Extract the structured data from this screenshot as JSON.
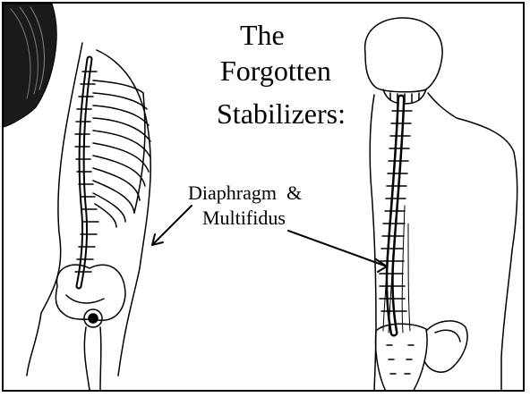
{
  "slide": {
    "title_lines": [
      "The",
      "Forgotten",
      "Stabilizers:"
    ],
    "label_lines": [
      "Diaphragm  &",
      "Multifidus"
    ]
  },
  "colors": {
    "ink": "#000000",
    "background": "#ffffff"
  },
  "icons": [
    "side-spine-ribcage-illustration",
    "back-spine-torso-illustration",
    "arrow-icon"
  ]
}
